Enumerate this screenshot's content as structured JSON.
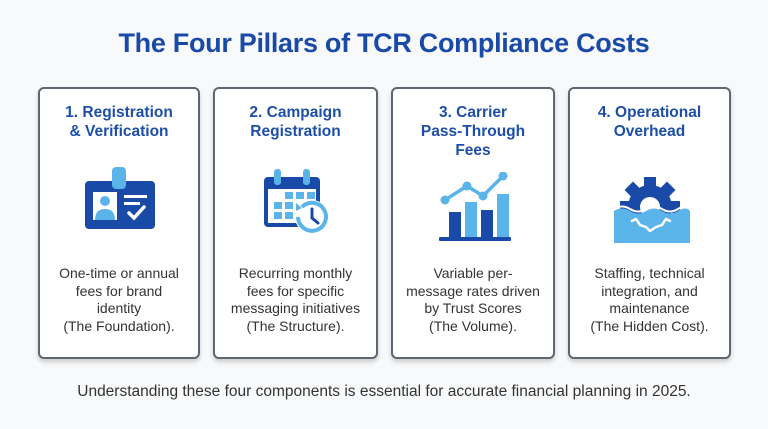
{
  "title": "The Four Pillars of TCR Compliance Costs",
  "colors": {
    "dark_blue": "#1a4aa8",
    "light_blue": "#5ab4ea",
    "border": "#5d6673"
  },
  "cards": [
    {
      "title_line1": "1. Registration",
      "title_line2": "& Verification",
      "icon": "id-badge-icon",
      "desc": [
        "One-time or annual",
        "fees for brand",
        "identity",
        "(The Foundation)."
      ]
    },
    {
      "title_line1": "2. Campaign",
      "title_line2": "Registration",
      "icon": "calendar-clock-icon",
      "desc": [
        "Recurring monthly",
        "fees for specific",
        "messaging initiatives",
        "(The Structure)."
      ]
    },
    {
      "title_line1": "3. Carrier",
      "title_line2": "Pass-Through",
      "title_line3": "Fees",
      "icon": "bar-line-chart-icon",
      "desc": [
        "Variable per-",
        "message rates driven",
        "by Trust Scores",
        "(The Volume)."
      ]
    },
    {
      "title_line1": "4. Operational",
      "title_line2": "Overhead",
      "icon": "submerged-gear-icon",
      "desc": [
        "Staffing, technical",
        "integration, and",
        "maintenance",
        "(The Hidden Cost)."
      ]
    }
  ],
  "footer": "Understanding these four components is essential for accurate financial planning in 2025."
}
